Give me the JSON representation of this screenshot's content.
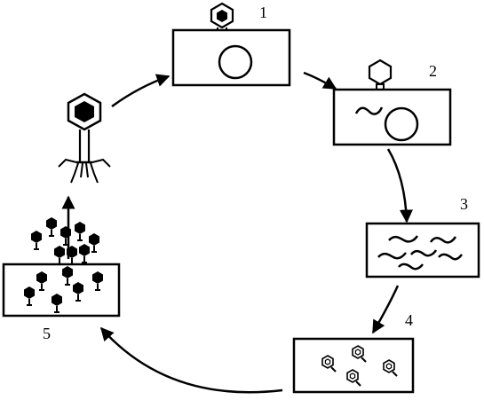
{
  "stages": [
    {
      "label": "1"
    },
    {
      "label": "2"
    },
    {
      "label": "3"
    },
    {
      "label": "4"
    },
    {
      "label": "5"
    }
  ],
  "colors": {
    "stroke": "#000000",
    "fill": "#000000",
    "background": "#ffffff"
  }
}
